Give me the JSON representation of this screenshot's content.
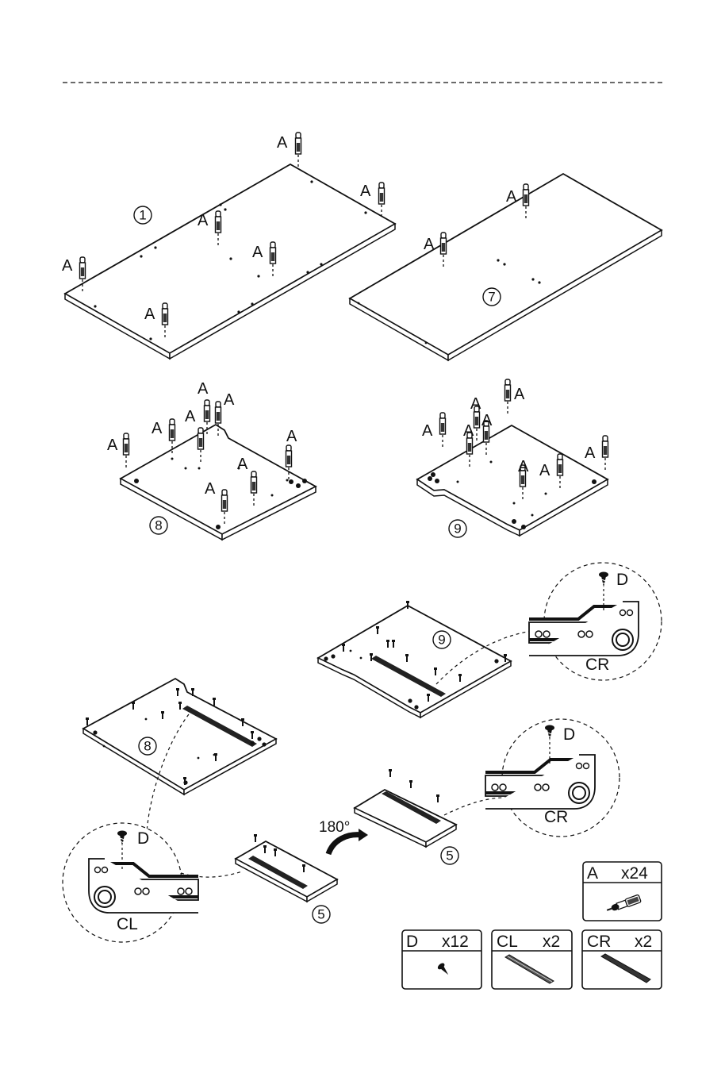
{
  "step_numbers": {
    "panel_1": "1",
    "panel_7": "7",
    "panel_8_top": "8",
    "panel_9_top": "9",
    "panel_9_mid": "9",
    "panel_8_mid": "8",
    "panel_5_left": "5",
    "panel_5_right": "5"
  },
  "dowel_label": "A",
  "screw_label": "D",
  "rotation": "180°",
  "detail_labels": {
    "cr_top": "CR",
    "cr_bottom": "CR",
    "cl": "CL"
  },
  "parts": [
    {
      "code": "A",
      "qty": "x24",
      "icon": "cam-dowel-icon"
    },
    {
      "code": "D",
      "qty": "x12",
      "icon": "screw-icon"
    },
    {
      "code": "CL",
      "qty": "x2",
      "icon": "left-drawer-runner-icon"
    },
    {
      "code": "CR",
      "qty": "x2",
      "icon": "right-drawer-runner-icon"
    }
  ]
}
